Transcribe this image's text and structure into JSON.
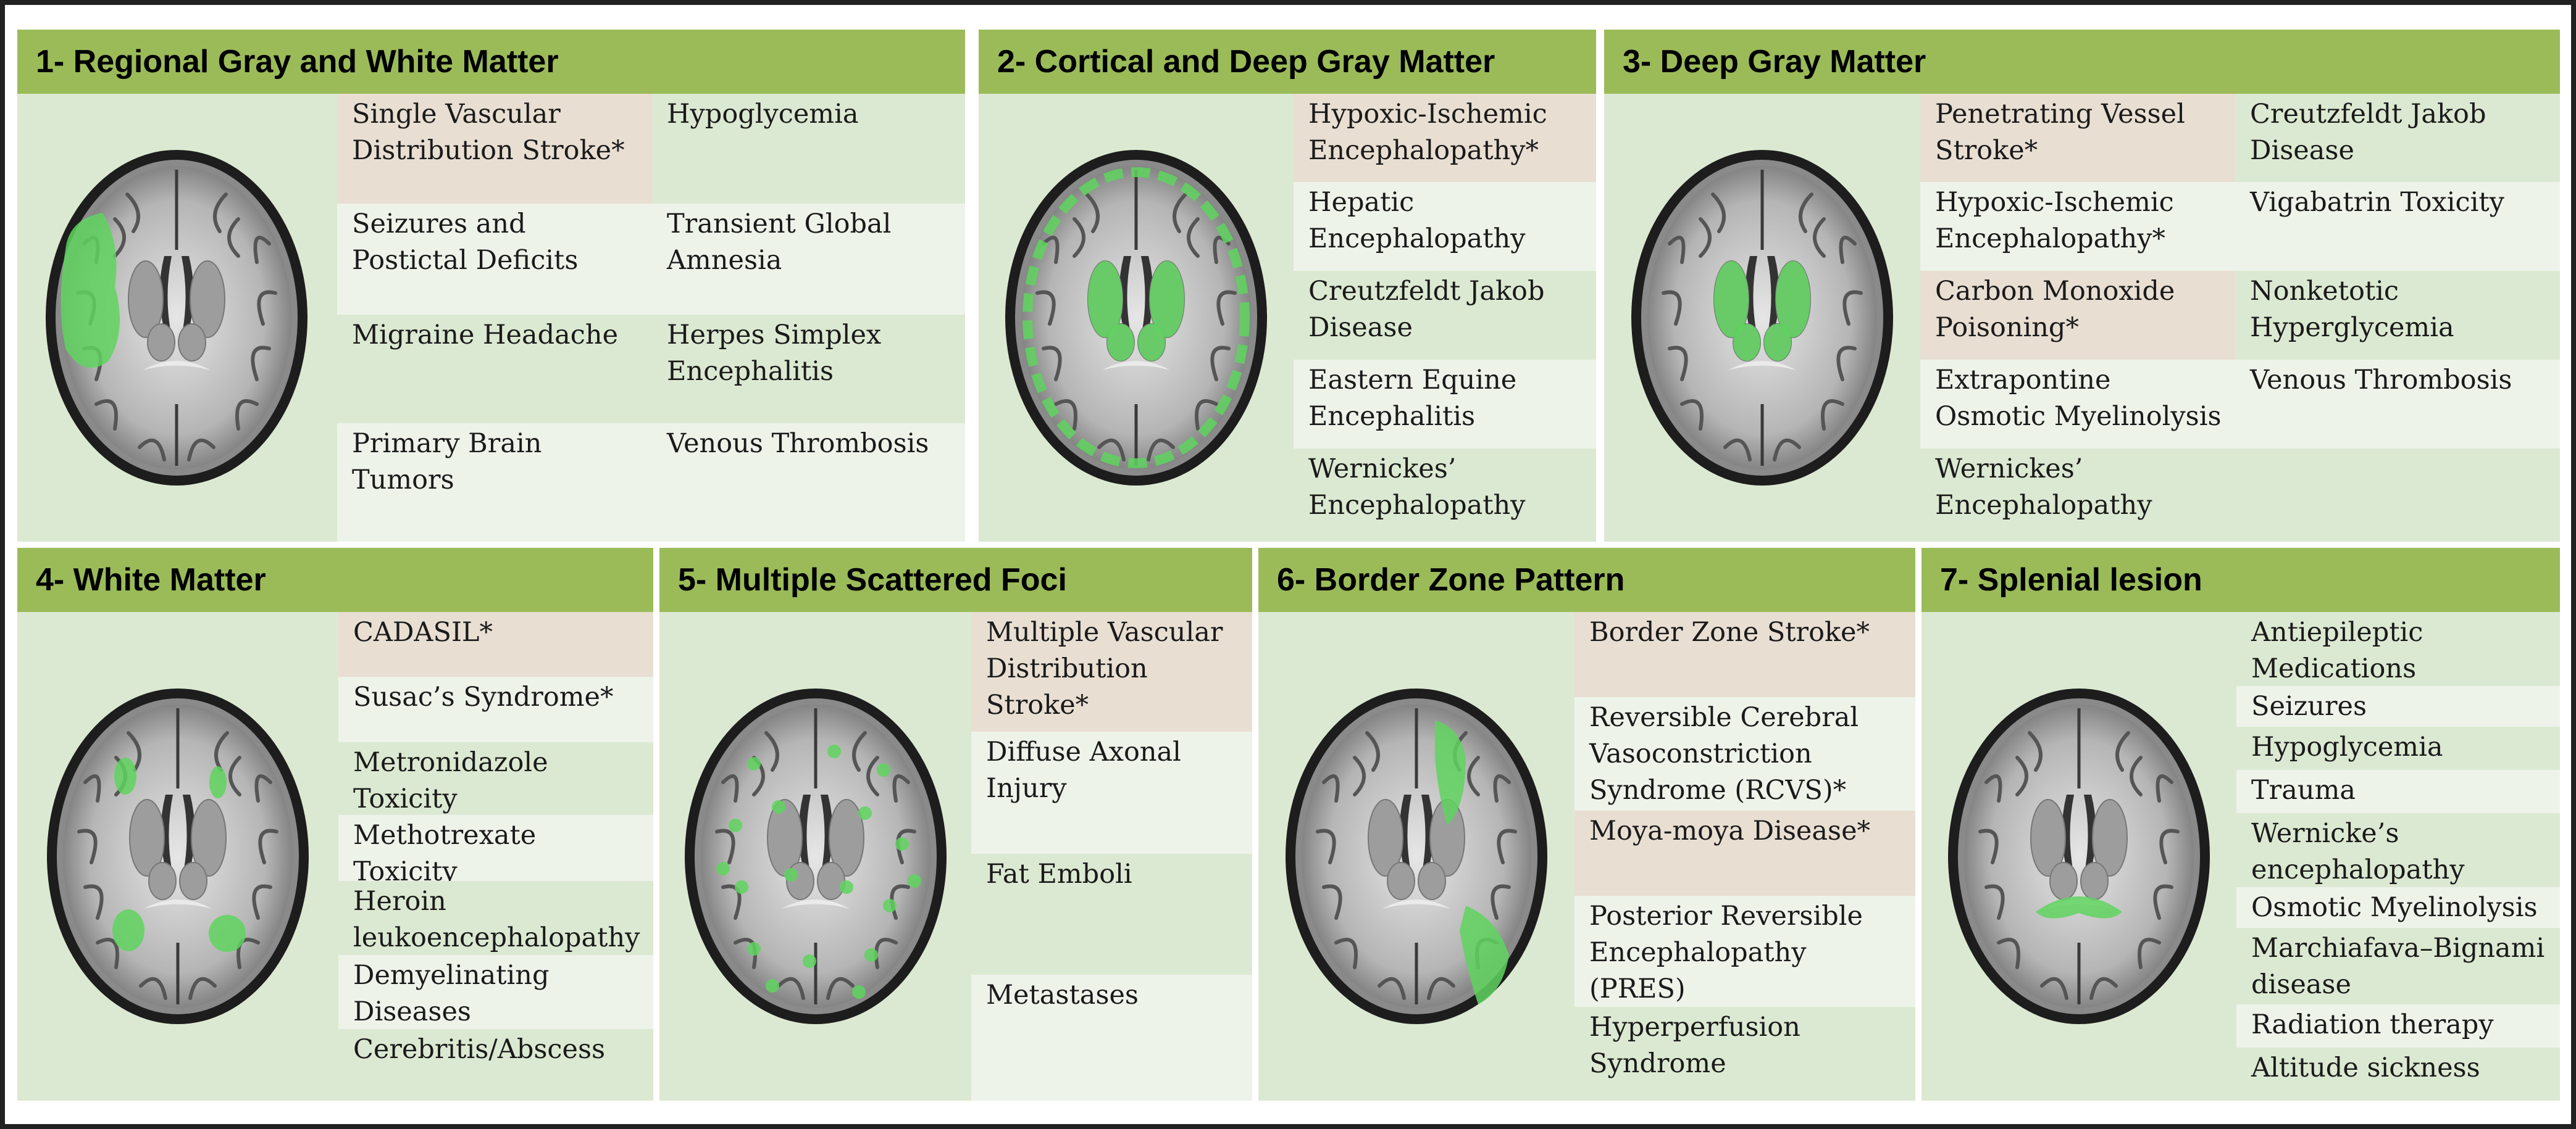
{
  "figure": {
    "colors": {
      "header": "#9bbb59",
      "panel_bg": "#dce9d2",
      "cell_highlight": "#e8ded2",
      "cell_light": "#eef3ea",
      "lesion": "#5fd35f"
    },
    "panels": [
      {
        "title": "1- Regional Gray and White Matter",
        "pattern": "regional",
        "columns": [
          [
            {
              "text": "Single Vascular Distribution Stroke*",
              "tone": "tan"
            },
            {
              "text": "Seizures and Postictal Deficits",
              "tone": "light"
            },
            {
              "text": "Migraine Headache",
              "tone": "mid"
            },
            {
              "text": "Primary Brain Tumors",
              "tone": "light"
            }
          ],
          [
            {
              "text": "Hypoglycemia",
              "tone": "mid"
            },
            {
              "text": "Transient Global Amnesia",
              "tone": "light"
            },
            {
              "text": "Herpes Simplex Encephalitis",
              "tone": "mid"
            },
            {
              "text": "Venous Thrombosis",
              "tone": "light"
            }
          ]
        ]
      },
      {
        "title": "2- Cortical and Deep Gray Matter",
        "pattern": "cortical",
        "columns": [
          [
            {
              "text": "Hypoxic-Ischemic Encephalopathy*",
              "tone": "tan"
            },
            {
              "text": "Hepatic Encephalopathy",
              "tone": "light"
            },
            {
              "text": "Creutzfeldt Jakob Disease",
              "tone": "mid"
            },
            {
              "text": "Eastern Equine Encephalitis",
              "tone": "light"
            },
            {
              "text": "Wernickes’ Encephalopathy",
              "tone": "mid"
            }
          ]
        ]
      },
      {
        "title": "3- Deep Gray Matter",
        "pattern": "deep",
        "columns": [
          [
            {
              "text": "Penetrating Vessel Stroke*",
              "tone": "tan"
            },
            {
              "text": "Hypoxic-Ischemic Encephalopathy*",
              "tone": "light"
            },
            {
              "text": "Carbon Monoxide Poisoning*",
              "tone": "tan"
            },
            {
              "text": "Extrapontine Osmotic Myelinolysis",
              "tone": "light"
            },
            {
              "text": "Wernickes’ Encephalopathy",
              "tone": "mid"
            }
          ],
          [
            {
              "text": "Creutzfeldt Jakob Disease",
              "tone": "mid"
            },
            {
              "text": "Vigabatrin Toxicity",
              "tone": "light"
            },
            {
              "text": "Nonketotic Hyperglycemia",
              "tone": "mid"
            },
            {
              "text": "Venous Thrombosis",
              "tone": "light"
            },
            {
              "text": "",
              "tone": "mid"
            }
          ]
        ]
      },
      {
        "title": "4- White Matter",
        "pattern": "white",
        "columns": [
          [
            {
              "text": "CADASIL*",
              "tone": "tan"
            },
            {
              "text": "Susac’s  Syndrome*",
              "tone": "light"
            },
            {
              "text": "Metronidazole Toxicity",
              "tone": "mid"
            },
            {
              "text": "Methotrexate Toxicity",
              "tone": "light"
            },
            {
              "text": "Heroin leukoencephalopathy",
              "tone": "mid"
            },
            {
              "text": "Demyelinating Diseases",
              "tone": "light"
            },
            {
              "text": "Cerebritis/Abscess",
              "tone": "mid"
            }
          ]
        ]
      },
      {
        "title": "5- Multiple Scattered Foci",
        "pattern": "scattered",
        "columns": [
          [
            {
              "text": "Multiple Vascular Distribution Stroke*",
              "tone": "tan"
            },
            {
              "text": "Diffuse Axonal Injury",
              "tone": "light"
            },
            {
              "text": "Fat Emboli",
              "tone": "mid"
            },
            {
              "text": "Metastases",
              "tone": "light"
            }
          ]
        ]
      },
      {
        "title": "6- Border Zone Pattern",
        "pattern": "border",
        "columns": [
          [
            {
              "text": "Border Zone Stroke*",
              "tone": "tan"
            },
            {
              "text": "Reversible Cerebral Vasoconstriction Syndrome (RCVS)*",
              "tone": "light"
            },
            {
              "text": "Moya-moya Disease*",
              "tone": "tan"
            },
            {
              "text": "Posterior Reversible Encephalopathy (PRES)",
              "tone": "light"
            },
            {
              "text": "Hyperperfusion Syndrome",
              "tone": "mid"
            }
          ]
        ]
      },
      {
        "title": "7- Splenial lesion",
        "pattern": "splenial",
        "columns": [
          [
            {
              "text": "Antiepileptic Medications",
              "tone": "mid"
            },
            {
              "text": "Seizures",
              "tone": "light"
            },
            {
              "text": "Hypoglycemia",
              "tone": "mid"
            },
            {
              "text": "Trauma",
              "tone": "light"
            },
            {
              "text": "Wernicke’s encephalopathy",
              "tone": "mid"
            },
            {
              "text": "Osmotic Myelinolysis",
              "tone": "light"
            },
            {
              "text": "Marchiafava–Bignami disease",
              "tone": "mid"
            },
            {
              "text": "Radiation therapy",
              "tone": "light"
            },
            {
              "text": "Altitude sickness",
              "tone": "mid"
            }
          ]
        ]
      }
    ]
  }
}
